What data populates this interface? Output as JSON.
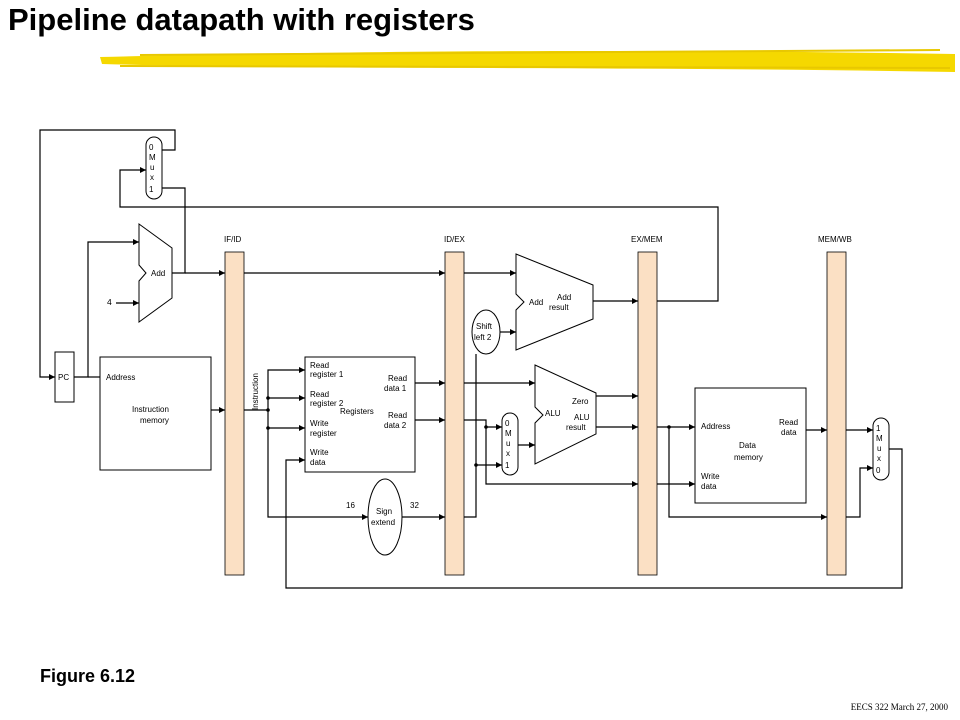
{
  "title": "Pipeline datapath with registers",
  "caption": "Figure 6.12",
  "footer": "EECS 322 March 27, 2000",
  "colors": {
    "highlight": "#f5d800",
    "pipeline_register": "#fbe0c4"
  },
  "pipeline_registers": [
    "IF/ID",
    "ID/EX",
    "EX/MEM",
    "MEM/WB"
  ],
  "pc": "PC",
  "instruction_memory": {
    "address": "Address",
    "line1": "Instruction",
    "line2": "memory"
  },
  "instruction_label": "Instruction",
  "pc_adder": {
    "label": "Add",
    "constant": "4"
  },
  "mux_top": {
    "in0": "0",
    "m": "M",
    "u": "u",
    "x": "x",
    "in1": "1"
  },
  "registers": {
    "read_reg1_a": "Read",
    "read_reg1_b": "register 1",
    "read_reg2_a": "Read",
    "read_reg2_b": "register 2",
    "write_reg_a": "Write",
    "write_reg_b": "register",
    "write_data_a": "Write",
    "write_data_b": "data",
    "read_data1_a": "Read",
    "read_data1_b": "data 1",
    "read_data2_a": "Read",
    "read_data2_b": "data 2",
    "name": "Registers"
  },
  "sign_extend": {
    "line1": "Sign",
    "line2": "extend",
    "in_bits": "16",
    "out_bits": "32"
  },
  "shift_left": {
    "line1": "Shift",
    "line2": "left 2"
  },
  "branch_adder": {
    "label": "Add",
    "result_a": "Add",
    "result_b": "result"
  },
  "mux_alu": {
    "in0": "0",
    "m": "M",
    "u": "u",
    "x": "x",
    "in1": "1"
  },
  "alu": {
    "label": "ALU",
    "zero": "Zero",
    "result_a": "ALU",
    "result_b": "result"
  },
  "data_memory": {
    "address": "Address",
    "read_a": "Read",
    "read_b": "data",
    "name_a": "Data",
    "name_b": "memory",
    "write_a": "Write",
    "write_b": "data"
  },
  "mux_wb": {
    "in1": "1",
    "m": "M",
    "u": "u",
    "x": "x",
    "in0": "0"
  }
}
